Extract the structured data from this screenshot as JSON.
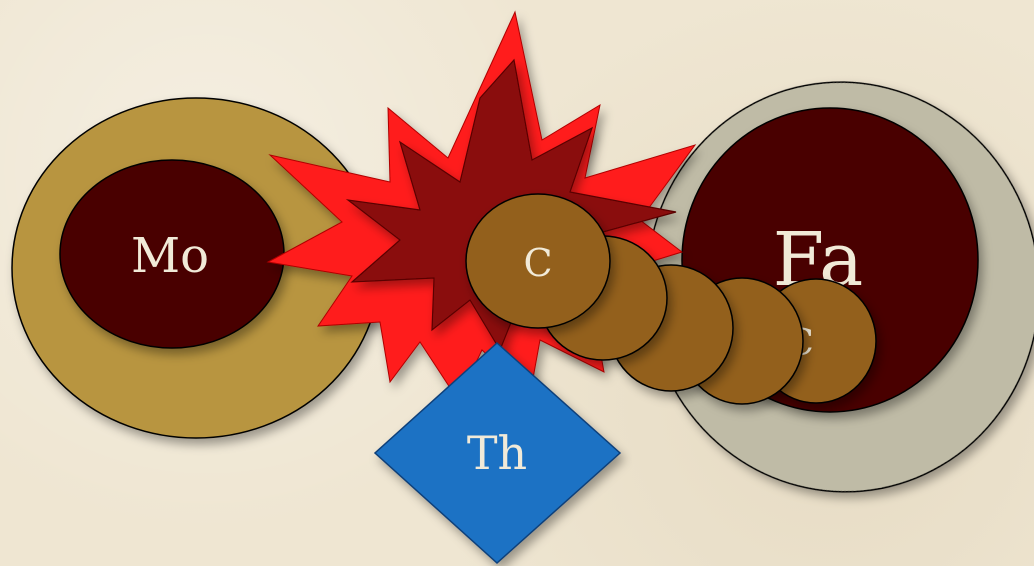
{
  "labels": {
    "mo": "Mo",
    "fa": "Fa",
    "th": "Th",
    "c_front": "C",
    "c_back": "C"
  },
  "colors": {
    "background": "#efe6d2",
    "mo_outer": "#b8953f",
    "mo_inner": "#4a0606",
    "fa_outer": "#bfbba6",
    "fa_inner": "#4a0606",
    "burst_outer": "#ff1a1a",
    "burst_inner": "#8a0d0d",
    "coin": "#93601a",
    "diamond": "#1f72c4",
    "label_text": "#f1ead8"
  }
}
